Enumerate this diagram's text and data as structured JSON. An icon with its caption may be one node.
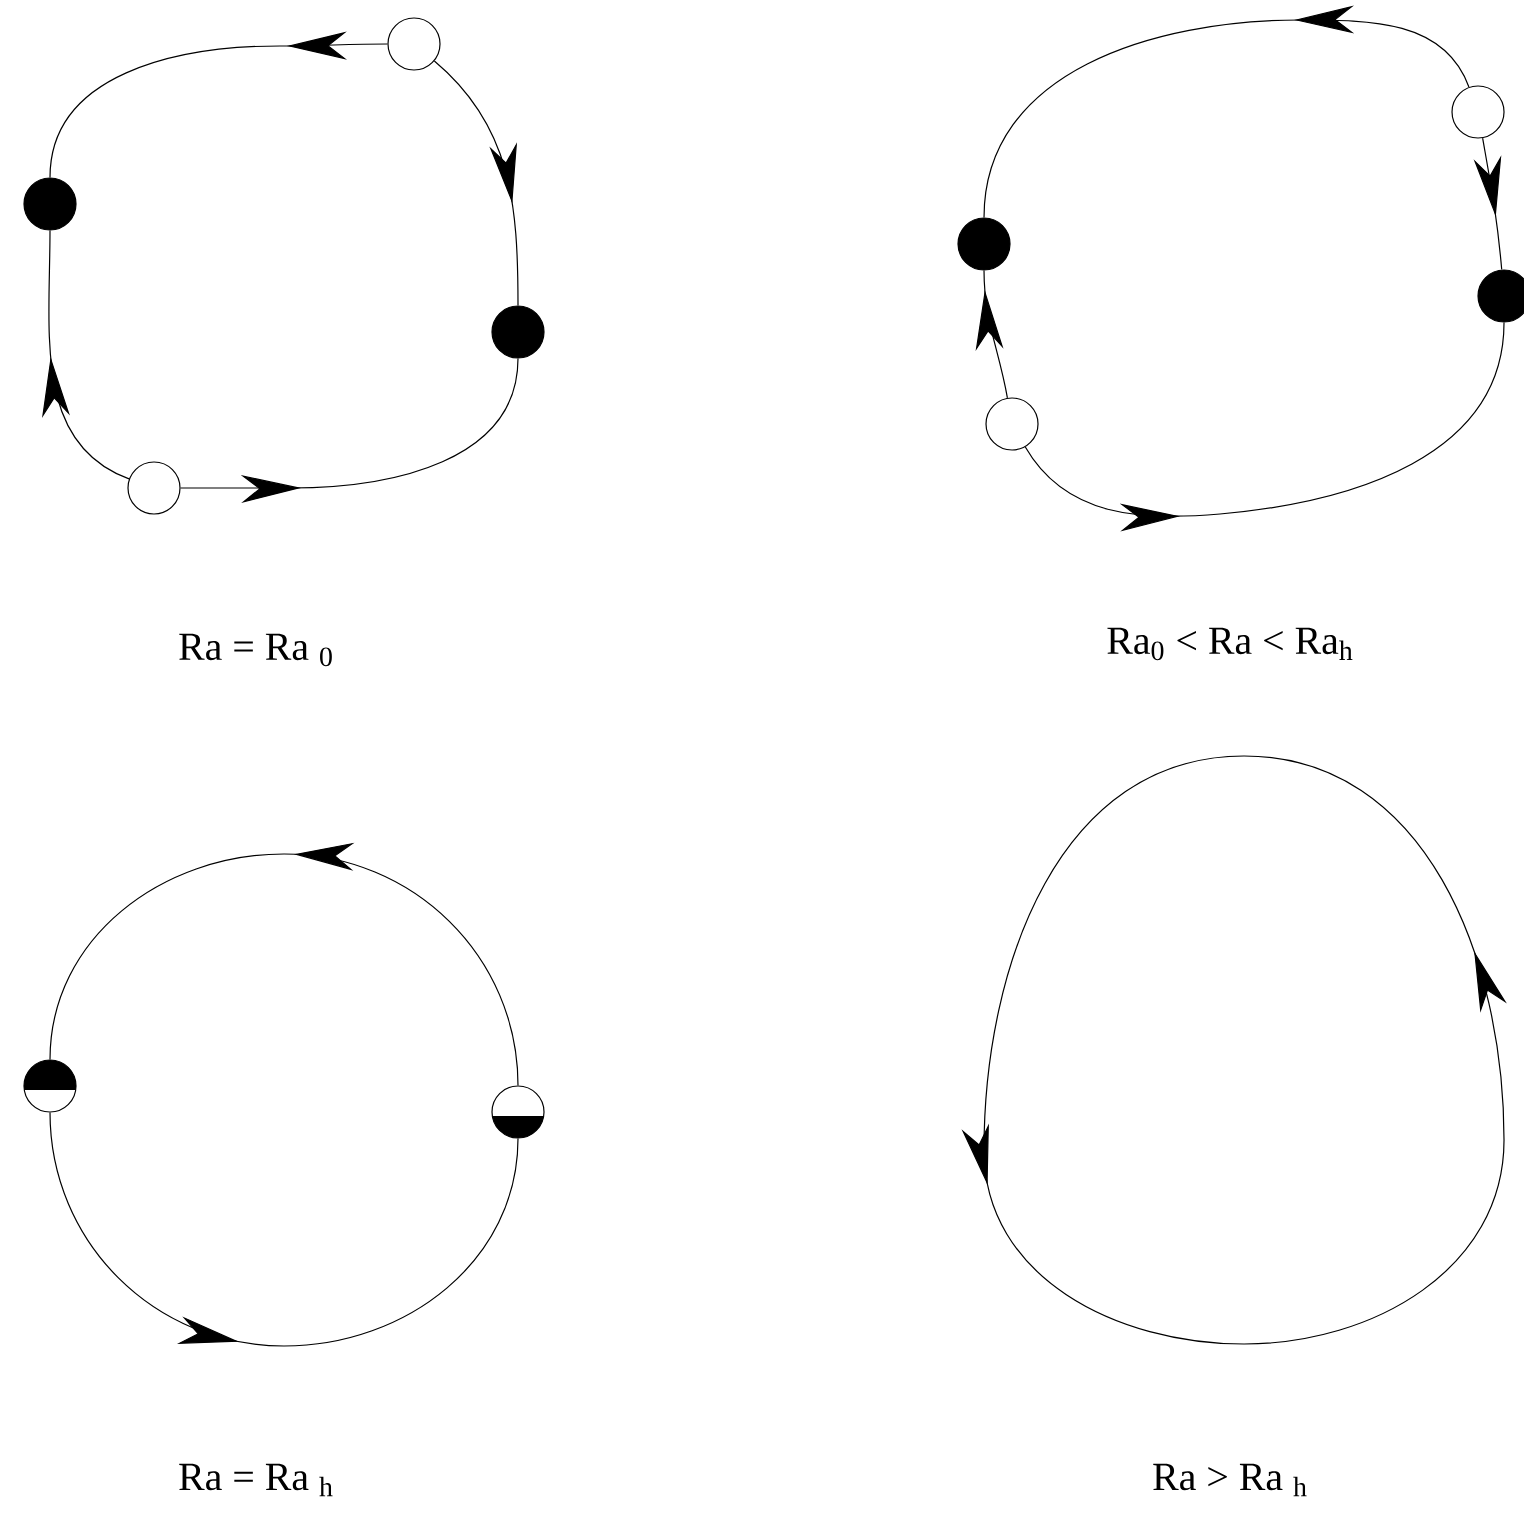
{
  "diagram": {
    "nodes": [
      {
        "text": [],
        "shape": "circle"
      },
      {
        "text": [],
        "shape": "circle"
      },
      {
        "text": [],
        "shape": "circle"
      },
      {
        "text": [],
        "shape": "circle"
      },
      {
        "text": [],
        "shape": "circle"
      },
      {
        "text": [],
        "shape": "circle"
      },
      {
        "text": [],
        "shape": "circle"
      },
      {
        "text": [],
        "shape": "circle"
      },
      {
        "text": [],
        "shape": "circle"
      },
      {
        "text": [],
        "shape": "circle"
      }
    ],
    "edges": [
      {
        "from": 0,
        "to": 1,
        "arrow": "to"
      },
      {
        "from": 0,
        "to": 2,
        "arrow": "to"
      },
      {
        "from": 3,
        "to": 1,
        "arrow": "to"
      },
      {
        "from": 3,
        "to": 2,
        "arrow": "to"
      },
      {
        "from": 4,
        "to": 5,
        "arrow": "to"
      },
      {
        "from": 4,
        "to": 6,
        "arrow": "to"
      },
      {
        "from": 7,
        "to": 5,
        "arrow": "to"
      },
      {
        "from": 7,
        "to": 6,
        "arrow": "to"
      },
      {
        "from": 9,
        "to": 8,
        "arrow": "to"
      },
      {
        "from": 8,
        "to": 9,
        "arrow": "to"
      }
    ],
    "labels": [
      "Ra = Ra $_{0}$",
      "Ra$_{0}$ < Ra < Ra$_{h}$",
      "Ra = Ra $_{h}$",
      "Ra > Ra $_{h}$"
    ]
  }
}
